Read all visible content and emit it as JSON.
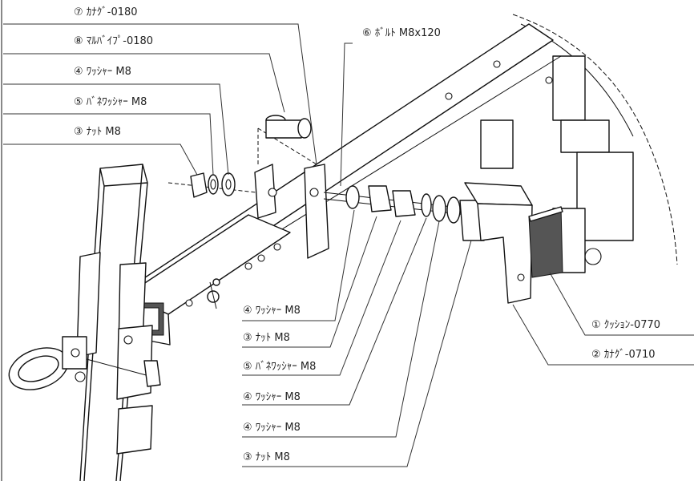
{
  "callouts": {
    "item7_top": "⑦ ｶﾅｸﾞ-0180",
    "item8": "⑧ ﾏﾙﾊﾞｲﾌﾟ-0180",
    "item4_top": "④ ﾜｯｼｬｰ M8",
    "item5_top": "⑤ ﾊﾞﾈﾜｯｼｬｰ M8",
    "item3_top": "③ ﾅｯﾄ M8",
    "item6": "⑥ ﾎﾞﾙﾄ M8x120",
    "item4_a": "④ ﾜｯｼｬｰ M8",
    "item3_a": "③ ﾅｯﾄ M8",
    "item5_b": "⑤ ﾊﾞﾈﾜｯｼｬｰ M8",
    "item4_b": "④ ﾜｯｼｬｰ M8",
    "item4_c": "④ ﾜｯｼｬｰ M8",
    "item3_c": "③ ﾅｯﾄ M8",
    "item1": "① ｸｯｼｮﾝ-0770",
    "item2": "② ｶﾅｸﾞ-0710"
  }
}
